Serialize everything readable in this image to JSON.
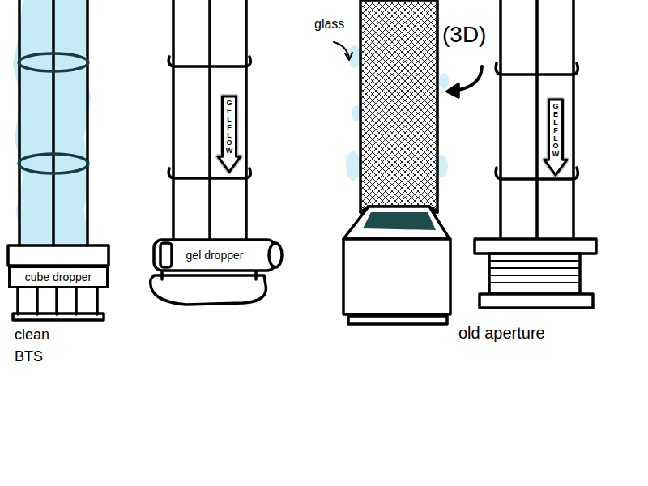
{
  "diagram": {
    "nodes": [
      {
        "text": [
          "cube dropper"
        ]
      },
      {
        "text": [
          "GEL FLOW"
        ]
      },
      {
        "text": [
          "gel dropper"
        ]
      },
      {
        "text": [
          "GEL FLOW"
        ]
      }
    ],
    "labels": [
      "glass",
      "(3D)",
      "clean BTS",
      "old aperture"
    ]
  }
}
